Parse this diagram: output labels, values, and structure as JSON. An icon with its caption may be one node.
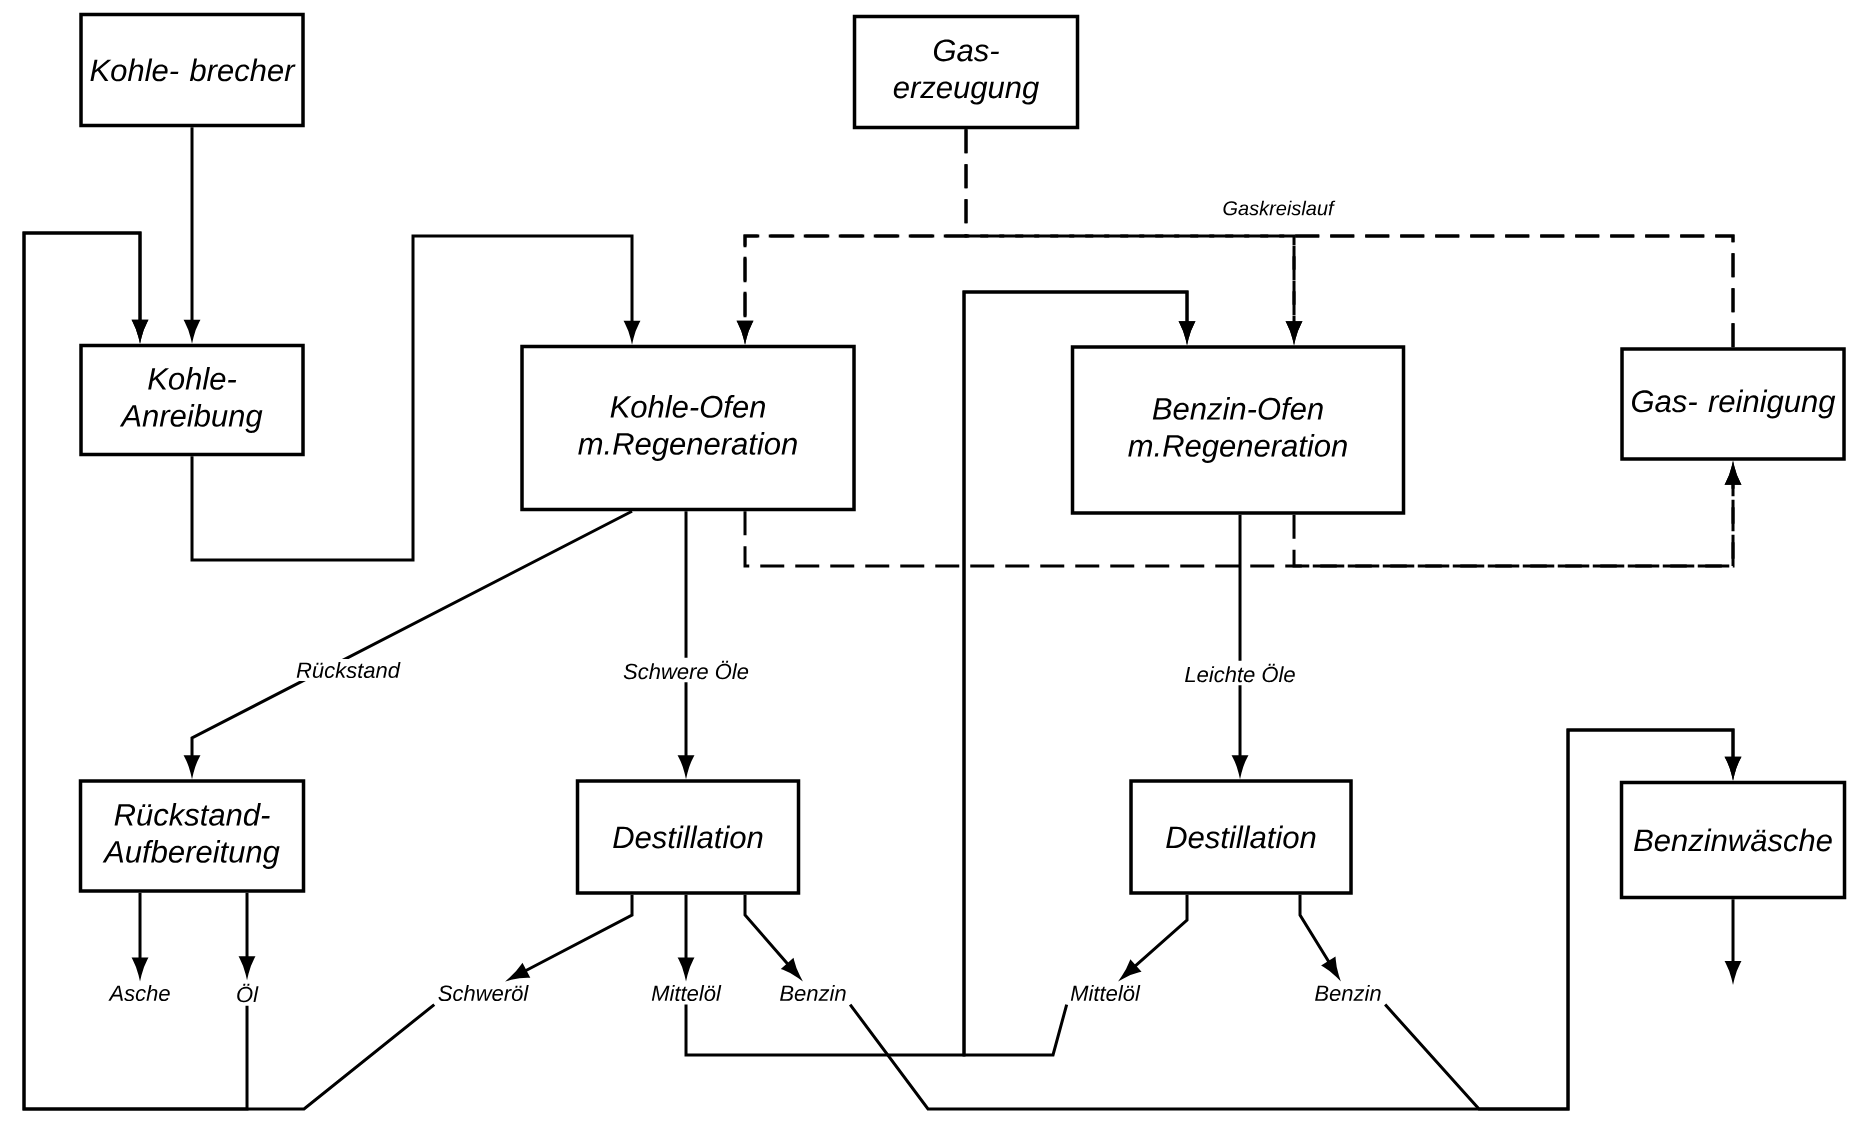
{
  "diagram": {
    "nodes": [
      {
        "text": [
          "Kohle- brecher"
        ]
      },
      {
        "text": [
          "Gas- erzeugung"
        ]
      },
      {
        "text": [
          "Kohle- Anreibung"
        ]
      },
      {
        "text": [
          "Kohle-Ofen m.Regeneration"
        ]
      },
      {
        "text": [
          "Benzin-Ofen m.Regeneration"
        ]
      },
      {
        "text": [
          "Gas- reinigung"
        ]
      },
      {
        "text": [
          "Rückstand- Aufbereitung"
        ]
      },
      {
        "text": [
          "Destillation"
        ]
      },
      {
        "text": [
          "Destillation"
        ]
      },
      {
        "text": [
          "Benzinwäsche"
        ]
      },
      {
        "text": [
          "Asche"
        ]
      },
      {
        "text": [
          "Öl"
        ]
      },
      {
        "text": [
          "Schweröl"
        ]
      },
      {
        "text": [
          "Mittelöl"
        ]
      },
      {
        "text": [
          "Benzin"
        ]
      },
      {
        "text": [
          "Mittelöl"
        ]
      },
      {
        "text": [
          "Benzin"
        ]
      }
    ],
    "edges": [
      {
        "from": 0,
        "to": 2,
        "arrow": "to"
      },
      {
        "from": 2,
        "to": 3,
        "arrow": "to"
      },
      {
        "from": 12,
        "to": 2,
        "arrow": "to"
      },
      {
        "from": 11,
        "to": 2,
        "arrow": "to"
      },
      {
        "from": 1,
        "to": 3,
        "arrow": "to",
        "style": "dashed"
      },
      {
        "from": 1,
        "to": 4,
        "arrow": "to",
        "style": "dashed"
      },
      {
        "from": 5,
        "to": 3,
        "arrow": "to",
        "style": "dashed"
      },
      {
        "from": 5,
        "to": 4,
        "arrow": "to",
        "style": "dashed"
      },
      {
        "from": 3,
        "to": 5,
        "arrow": "to",
        "style": "dashed"
      },
      {
        "from": 4,
        "to": 5,
        "arrow": "to",
        "style": "dashed"
      },
      {
        "from": 3,
        "to": 6,
        "arrow": "to",
        "label": "Rückstand"
      },
      {
        "from": 3,
        "to": 7,
        "arrow": "to",
        "label": "Schwere Öle"
      },
      {
        "from": 4,
        "to": 8,
        "arrow": "to",
        "label": "Leichte Öle"
      },
      {
        "from": 6,
        "to": 10,
        "arrow": "to"
      },
      {
        "from": 6,
        "to": 11,
        "arrow": "to"
      },
      {
        "from": 7,
        "to": 12,
        "arrow": "to"
      },
      {
        "from": 7,
        "to": 13,
        "arrow": "to"
      },
      {
        "from": 7,
        "to": 14,
        "arrow": "to"
      },
      {
        "from": 8,
        "to": 15,
        "arrow": "to"
      },
      {
        "from": 8,
        "to": 16,
        "arrow": "to"
      },
      {
        "from": 13,
        "to": 4,
        "arrow": "to"
      },
      {
        "from": 15,
        "to": 4,
        "arrow": "to"
      },
      {
        "from": 14,
        "to": 9,
        "arrow": "to"
      },
      {
        "from": 16,
        "to": 9,
        "arrow": "to"
      },
      {
        "from": 9,
        "to": null,
        "arrow": "to"
      }
    ],
    "labels": [
      "Gaskreislauf"
    ]
  }
}
